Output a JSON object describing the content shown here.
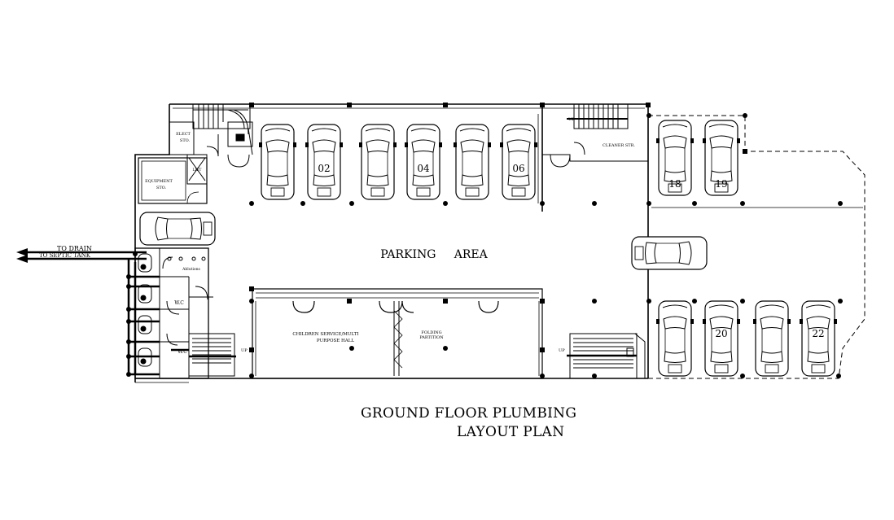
{
  "title": {
    "line1": "GROUND FLOOR PLUMBING",
    "line2": "LAYOUT PLAN"
  },
  "labels": {
    "parking_area": "PARKING     AREA",
    "to_drain": "TO DRAIN",
    "to_septic_tank": "TO SEPTIC TANK",
    "hall": "CHILDREN SERVICE/MULTI",
    "hall2": "PURPOSE HALL",
    "equipment_store": "EQUIPMENT",
    "equipment_store2": "STO.",
    "elect_store": "ELECT",
    "elect_store2": "STO.",
    "lift": "LIFT",
    "cleaner_store": "CLEANER STR.",
    "wc1": "W.C",
    "wc2": "W.C",
    "alteration": "Ablutions",
    "folding_partition": "FOLDING",
    "folding_partition2": "PARTITION",
    "up1": "UP",
    "up2": "UP",
    "up3": "UP"
  },
  "parking_numbers": {
    "top": [
      "",
      "02",
      "",
      "04",
      "",
      "06"
    ],
    "right_top": [
      "18",
      "19"
    ],
    "right_bottom": [
      "",
      "20",
      "",
      "22"
    ]
  },
  "colors": {
    "line": "#000000",
    "background": "#ffffff"
  }
}
